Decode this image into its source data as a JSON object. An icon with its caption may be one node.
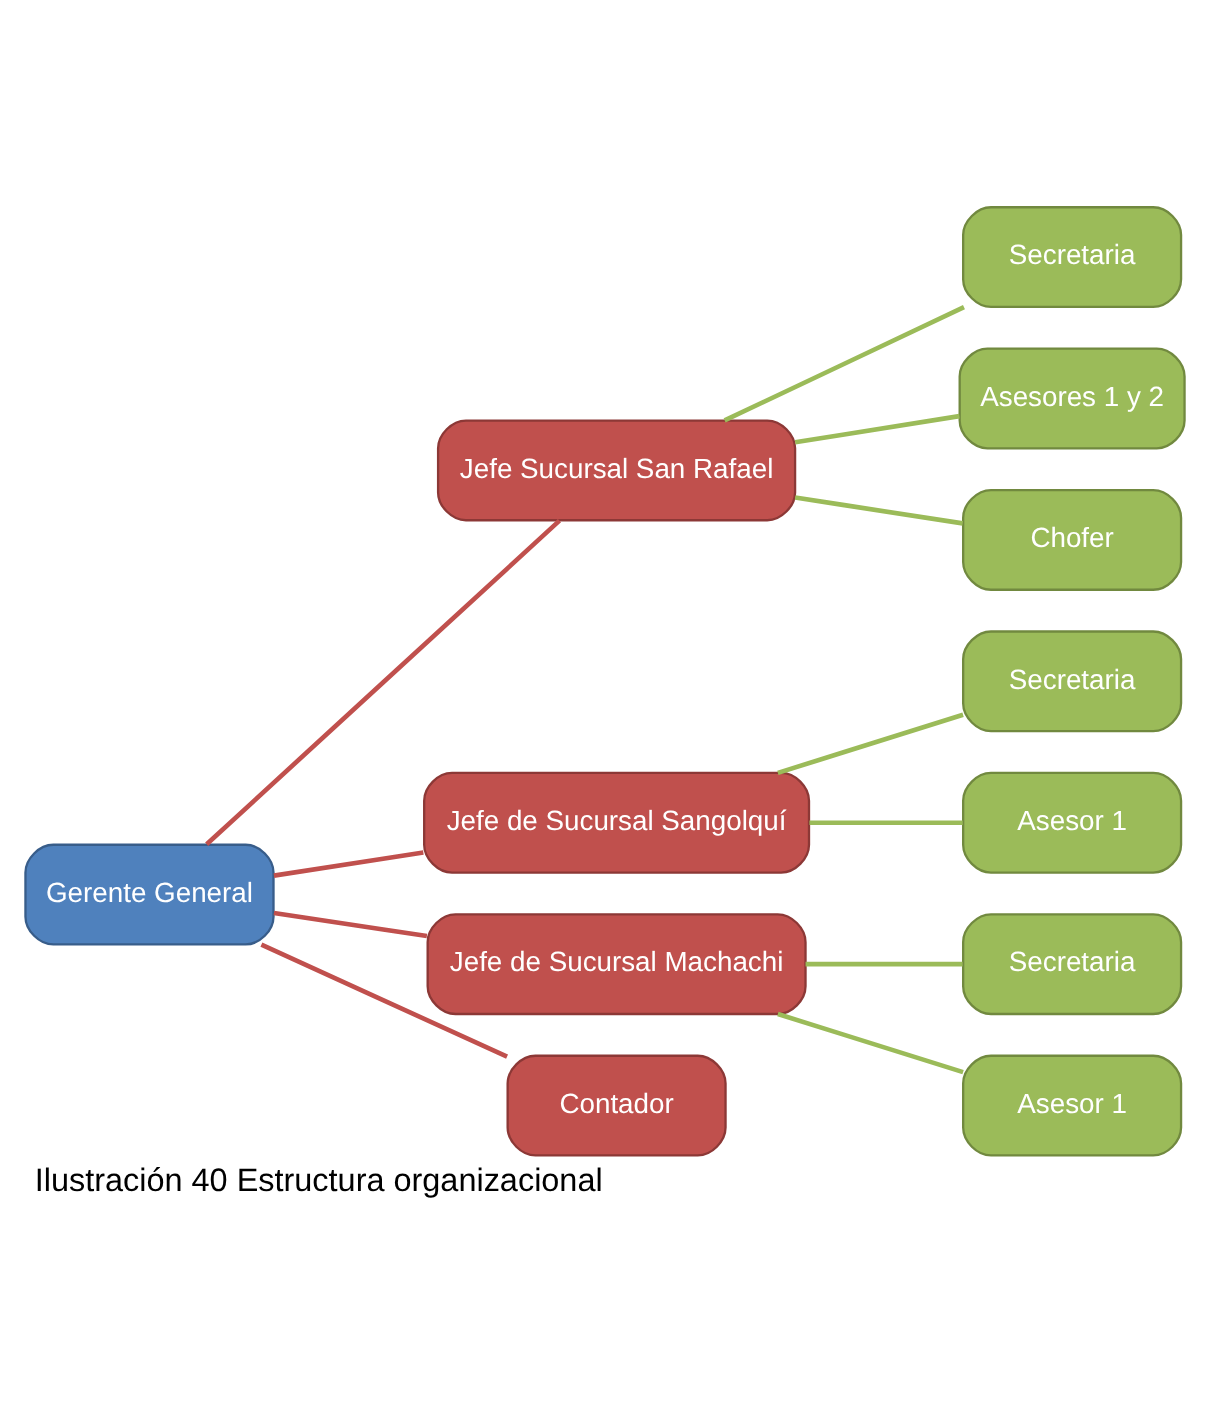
{
  "diagram": {
    "caption": "Ilustración 40 Estructura organizacional",
    "nodes": [
      {
        "text": [
          "Gerente General"
        ]
      },
      {
        "text": [
          "Jefe Sucursal San Rafael"
        ]
      },
      {
        "text": [
          "Jefe de Sucursal Sangolquí"
        ]
      },
      {
        "text": [
          "Jefe de Sucursal Machachi"
        ]
      },
      {
        "text": [
          "Contador"
        ]
      },
      {
        "text": [
          "Secretaria"
        ]
      },
      {
        "text": [
          "Asesores 1 y 2"
        ]
      },
      {
        "text": [
          "Chofer"
        ]
      },
      {
        "text": [
          "Secretaria"
        ]
      },
      {
        "text": [
          "Asesor 1"
        ]
      },
      {
        "text": [
          "Secretaria"
        ]
      },
      {
        "text": [
          "Asesor 1"
        ]
      }
    ],
    "edges": [
      {
        "from": 0,
        "to": 1,
        "arrow": "none",
        "color": "#c0504d"
      },
      {
        "from": 0,
        "to": 2,
        "arrow": "none",
        "color": "#c0504d"
      },
      {
        "from": 0,
        "to": 3,
        "arrow": "none",
        "color": "#c0504d"
      },
      {
        "from": 0,
        "to": 4,
        "arrow": "none",
        "color": "#c0504d"
      },
      {
        "from": 1,
        "to": 5,
        "arrow": "none"
      },
      {
        "from": 1,
        "to": 6,
        "arrow": "none"
      },
      {
        "from": 1,
        "to": 7,
        "arrow": "none"
      },
      {
        "from": 2,
        "to": 8,
        "arrow": "none"
      },
      {
        "from": 2,
        "to": 9,
        "arrow": "none"
      },
      {
        "from": 3,
        "to": 10,
        "arrow": "none"
      },
      {
        "from": 3,
        "to": 11,
        "arrow": "none"
      }
    ]
  }
}
